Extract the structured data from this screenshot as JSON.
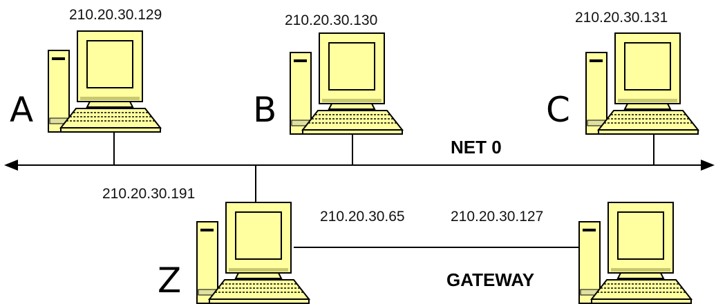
{
  "network": {
    "label": "NET 0"
  },
  "hosts": {
    "a": {
      "name": "A",
      "ip": "210.20.30.129"
    },
    "b": {
      "name": "B",
      "ip": "210.20.30.130"
    },
    "c": {
      "name": "C",
      "ip": "210.20.30.131"
    },
    "z": {
      "name": "Z",
      "ip_net0": "210.20.30.191",
      "ip_link": "210.20.30.65"
    },
    "gateway": {
      "name": "GATEWAY",
      "ip": "210.20.30.127"
    }
  },
  "colors": {
    "machine_fill": "#ffffa0",
    "outline": "#000000",
    "line": "#000000"
  },
  "icons": {
    "computer": "desktop-computer-icon"
  }
}
